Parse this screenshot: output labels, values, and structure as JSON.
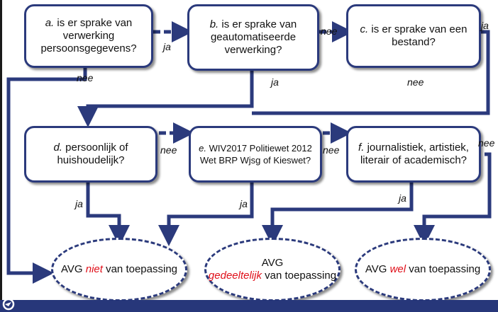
{
  "boxes": {
    "a": {
      "prefix": "a.",
      "text": "is er sprake van verwerking persoonsgegevens?"
    },
    "b": {
      "prefix": "b.",
      "text": "is er sprake van geautomatiseerde verwerking?"
    },
    "c": {
      "prefix": "c.",
      "text": "is er sprake van een bestand?"
    },
    "d": {
      "prefix": "d.",
      "text": "persoonlijk of huishoudelijk?"
    },
    "e": {
      "prefix": "e.",
      "text": "WIV2017 Politiewet 2012 Wet BRP Wjsg of Kieswet?"
    },
    "f": {
      "prefix": "f.",
      "text": "journalistiek, artistiek, literair of academisch?"
    }
  },
  "outcomes": {
    "niet": {
      "pre": "AVG",
      "highlight": "niet",
      "post": "van toepassing"
    },
    "gedeeltelijk": {
      "pre": "AVG",
      "highlight": "gedeeltelijk",
      "post": "van toepassing"
    },
    "wel": {
      "pre": "AVG",
      "highlight": "wel",
      "post": "van toepassing"
    }
  },
  "labels": {
    "ja": "ja",
    "nee": "nee"
  },
  "colors": {
    "border": "#2b3a7c",
    "arrow": "#2b3a7c",
    "highlight": "#e0101a",
    "footer": "#27377a"
  }
}
